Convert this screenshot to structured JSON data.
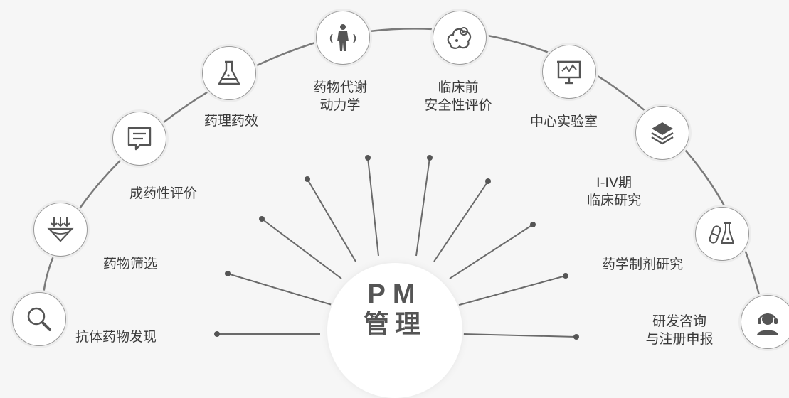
{
  "hub": {
    "line1": "PM",
    "line2": "管理"
  },
  "nodes": [
    {
      "id": "antibody",
      "icon": "magnifier-icon",
      "lines": [
        "抗体药物发现"
      ]
    },
    {
      "id": "screening",
      "icon": "funnel-flask-icon",
      "lines": [
        "药物筛选"
      ]
    },
    {
      "id": "druggability",
      "icon": "document-bubble-icon",
      "lines": [
        "成药性评价"
      ]
    },
    {
      "id": "pharmacology",
      "icon": "flask-icon",
      "lines": [
        "药理药效"
      ]
    },
    {
      "id": "metabolism",
      "icon": "human-body-icon",
      "lines": [
        "药物代谢",
        "动力学"
      ]
    },
    {
      "id": "preclinical",
      "icon": "cells-icon",
      "lines": [
        "临床前",
        "安全性评价"
      ]
    },
    {
      "id": "central-lab",
      "icon": "monitor-chart-icon",
      "lines": [
        "中心实验室"
      ]
    },
    {
      "id": "clinical",
      "icon": "layers-icon",
      "lines": [
        "I-IV期",
        "临床研究"
      ]
    },
    {
      "id": "formulation",
      "icon": "capsule-flask-icon",
      "lines": [
        "药学制剂研究"
      ]
    },
    {
      "id": "registration",
      "icon": "headset-person-icon",
      "lines": [
        "研发咨询",
        "与注册申报"
      ]
    }
  ]
}
